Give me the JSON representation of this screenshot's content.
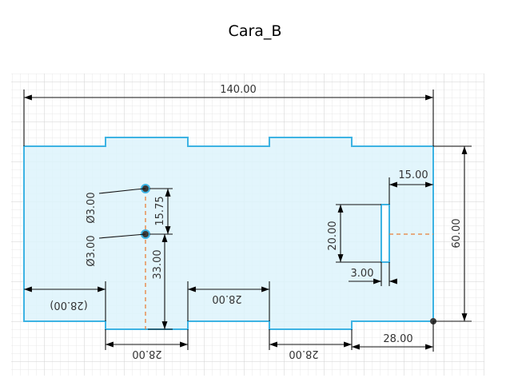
{
  "title": "Cara_B",
  "dimensions": {
    "overall_width": "140.00",
    "overall_height": "60.00",
    "slot_offset_right": "15.00",
    "slot_height": "20.00",
    "slot_width": "3.00",
    "hole_spacing": "15.75",
    "hole_height": "33.00",
    "hole_diameter_top": "Ø3.00",
    "hole_diameter_bottom": "Ø3.00",
    "tab_left_ref": "(28.00)",
    "gap_middle": "28.00",
    "tab_width_left": "28.00",
    "tab_width_right": "28.00",
    "right_offset": "28.00"
  }
}
